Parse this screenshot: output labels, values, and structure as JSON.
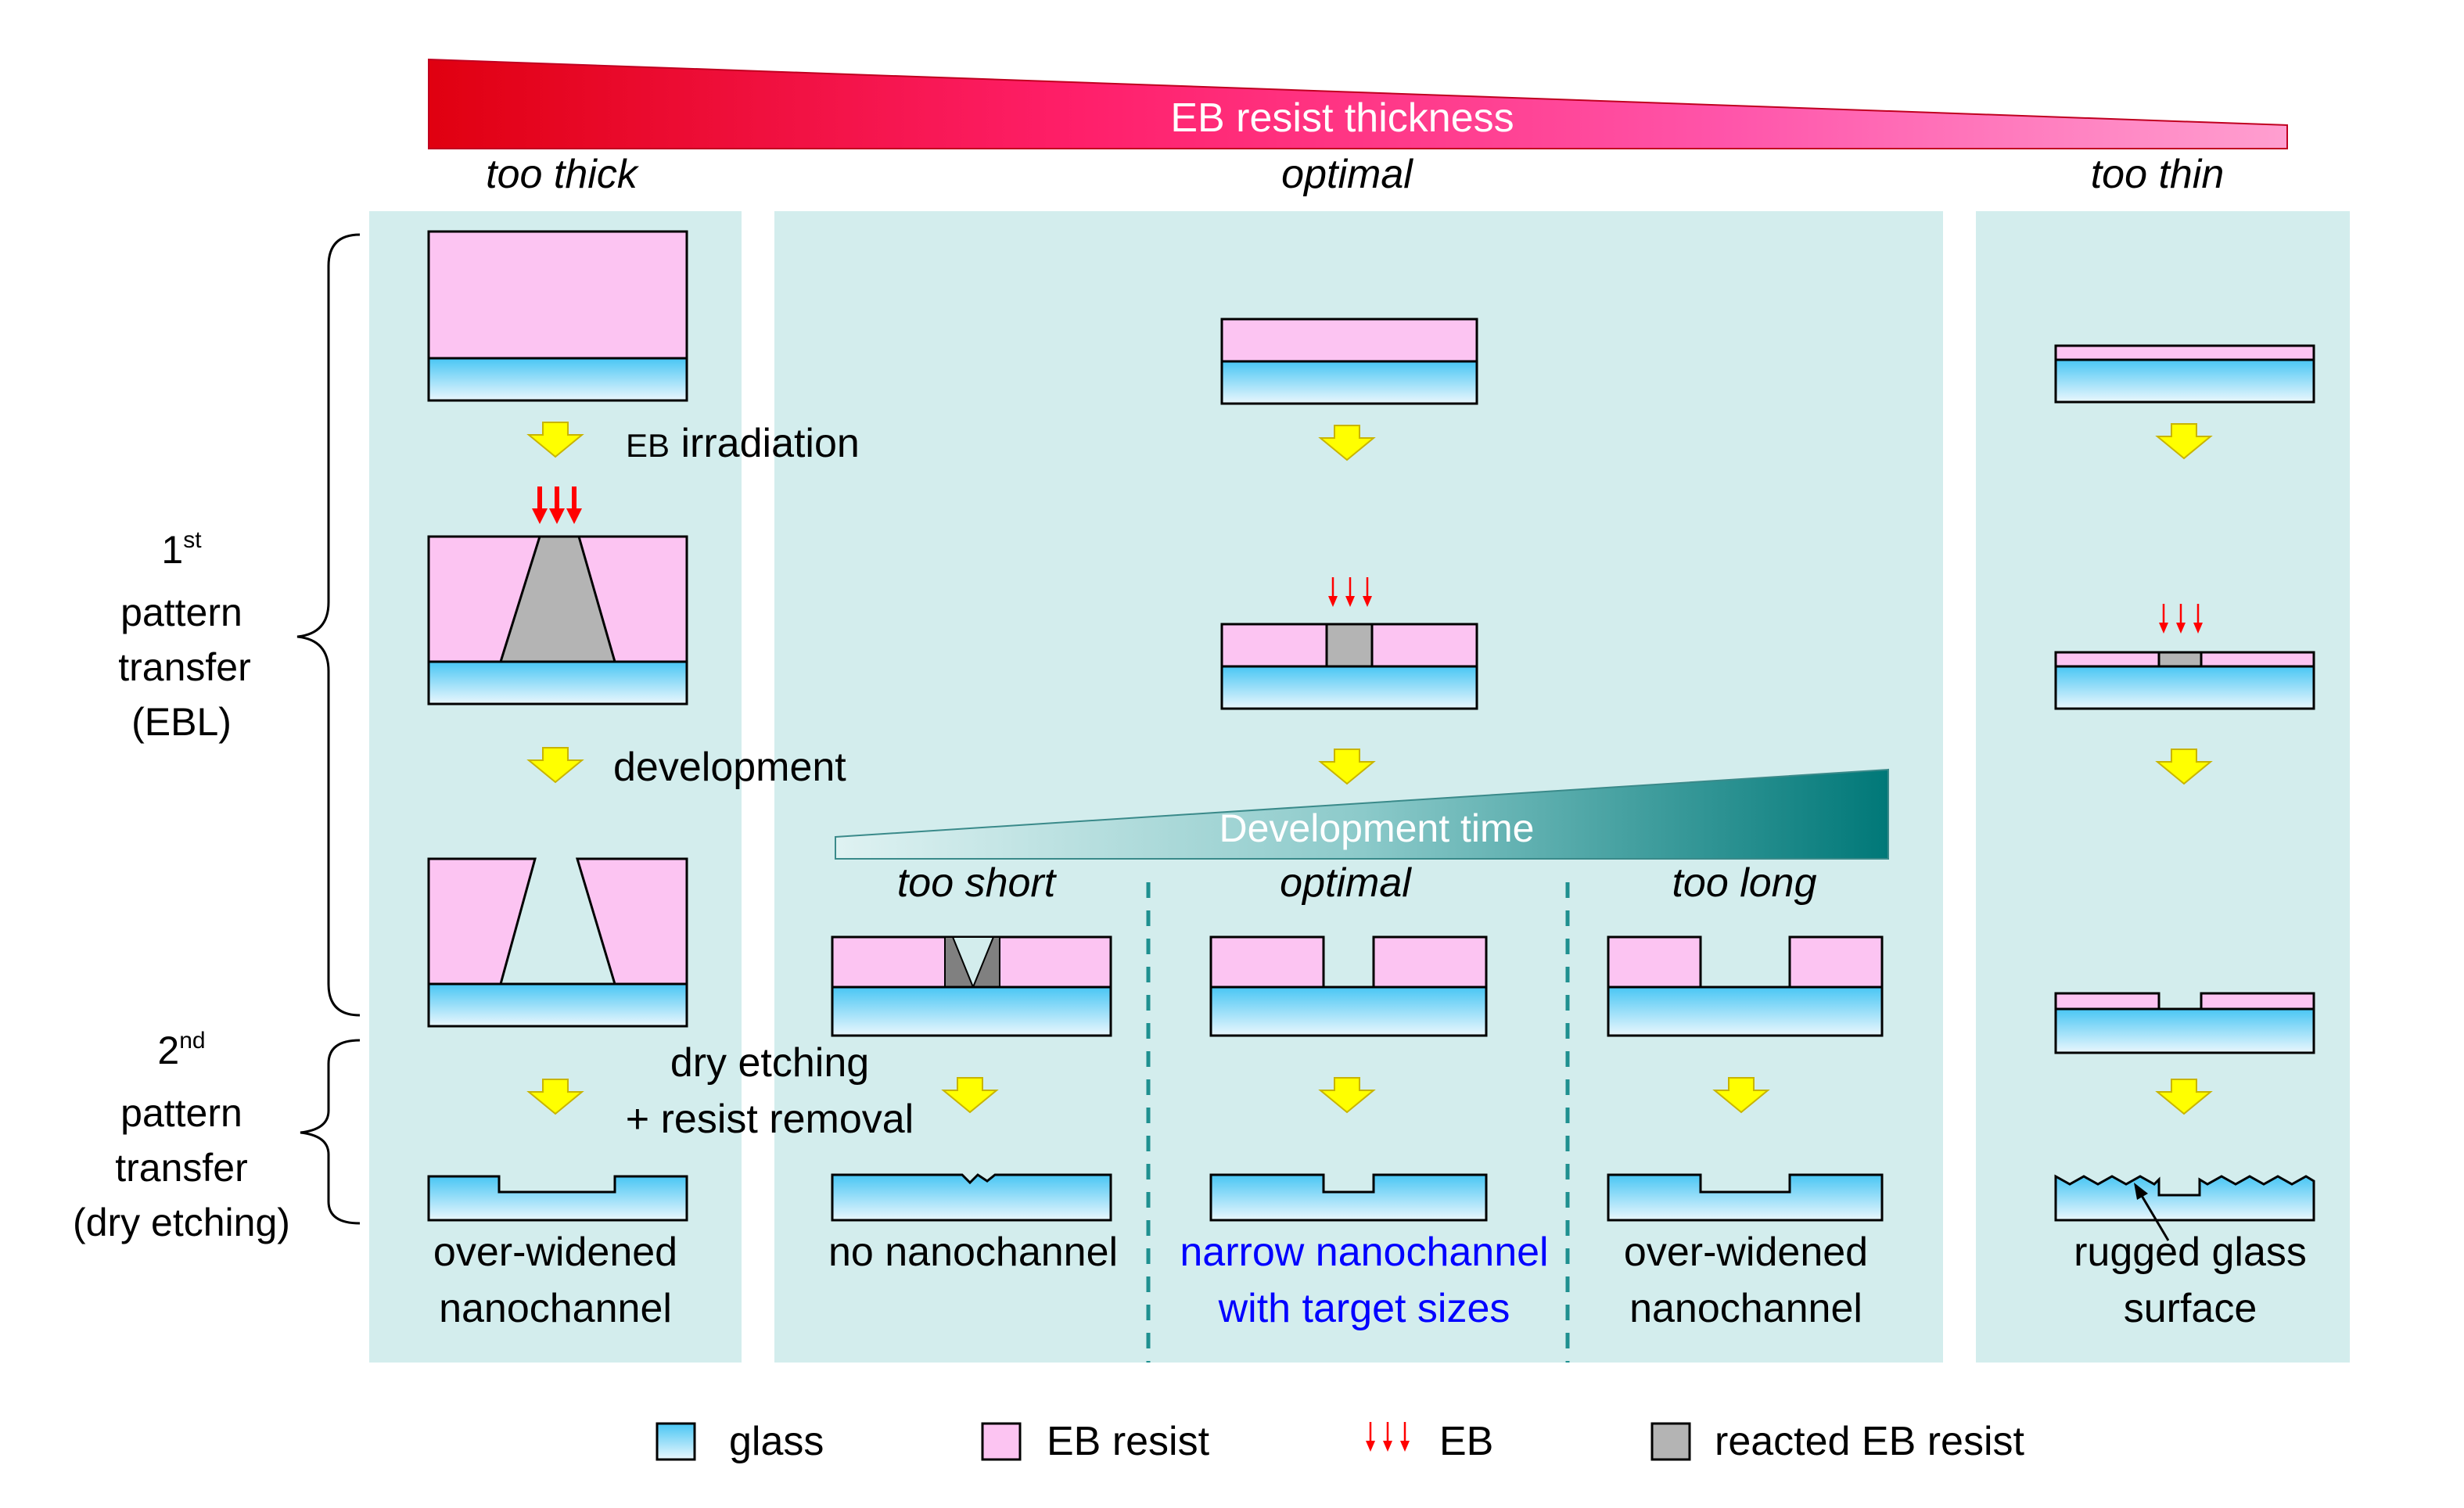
{
  "thickness_bar": {
    "label": "EB resist thickness",
    "colors": {
      "start": "#e00010",
      "mid": "#ff2f8a",
      "end": "#ff9fd0"
    }
  },
  "columns": {
    "too_thick": "too thick",
    "optimal": "optimal",
    "too_thin": "too thin"
  },
  "steps": {
    "irradiation_prefix": "EB",
    "irradiation": "irradiation",
    "development": "development",
    "etching_line1": "dry etching",
    "etching_line2": "+ resist removal"
  },
  "stages": {
    "first": {
      "number": "1",
      "sup": "st",
      "line1": "pattern",
      "line2": "transfer",
      "line3": "(EBL)"
    },
    "second": {
      "number": "2",
      "sup": "nd",
      "line1": "pattern",
      "line2": "transfer",
      "line3": "(dry etching)"
    }
  },
  "dev_bar": {
    "label": "Development time",
    "colors": {
      "start": "#dff2f2",
      "end": "#007878"
    }
  },
  "dev_columns": {
    "too_short": "too short",
    "optimal": "optimal",
    "too_long": "too long"
  },
  "results": {
    "thick_line1": "over-widened",
    "thick_line2": "nanochannel",
    "short": "no nanochannel",
    "optimal_line1": "narrow nanochannel",
    "optimal_line2": "with target sizes",
    "long_line1": "over-widened",
    "long_line2": "nanochannel",
    "thin_line1": "rugged glass",
    "thin_line2": "surface"
  },
  "legend": {
    "glass": "glass",
    "resist": "EB resist",
    "eb": "EB",
    "reacted": "reacted EB resist"
  },
  "colors": {
    "panel": "#d3eded",
    "resist": "#fcc4f2",
    "glass_top": "#49c6f4",
    "glass_bottom": "#eaf7fd",
    "reacted": "#b4b4b4",
    "eb_arrow": "#ff0000",
    "step_arrow": "#ffff00",
    "optimal_text": "#0000ff",
    "divider": "#1f9090"
  }
}
